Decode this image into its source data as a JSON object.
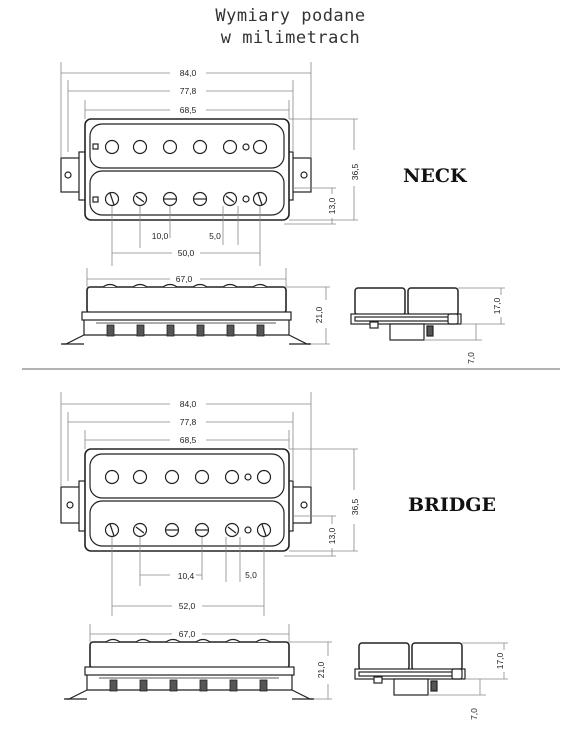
{
  "title": {
    "line1": "Wymiary podane",
    "line2": "w milimetrach"
  },
  "neck": {
    "label": "NECK",
    "dims": {
      "width_total": "84,0",
      "width_base": "77,8",
      "width_cover": "68,5",
      "depth": "36,5",
      "coil": "13,0",
      "pole_a": "10,0",
      "pole_b": "5,0",
      "spacing": "50,0",
      "side_width": "67,0",
      "height": "21,0",
      "height_cover": "17,0",
      "screw": "7,0"
    }
  },
  "bridge": {
    "label": "BRIDGE",
    "dims": {
      "width_total": "84,0",
      "width_base": "77,8",
      "width_cover": "68,5",
      "depth": "36,5",
      "coil": "13,0",
      "pole_a": "10,4",
      "pole_b": "5,0",
      "spacing": "52,0",
      "side_width": "67,0",
      "height": "21,0",
      "height_cover": "17,0",
      "screw": "7,0"
    }
  }
}
